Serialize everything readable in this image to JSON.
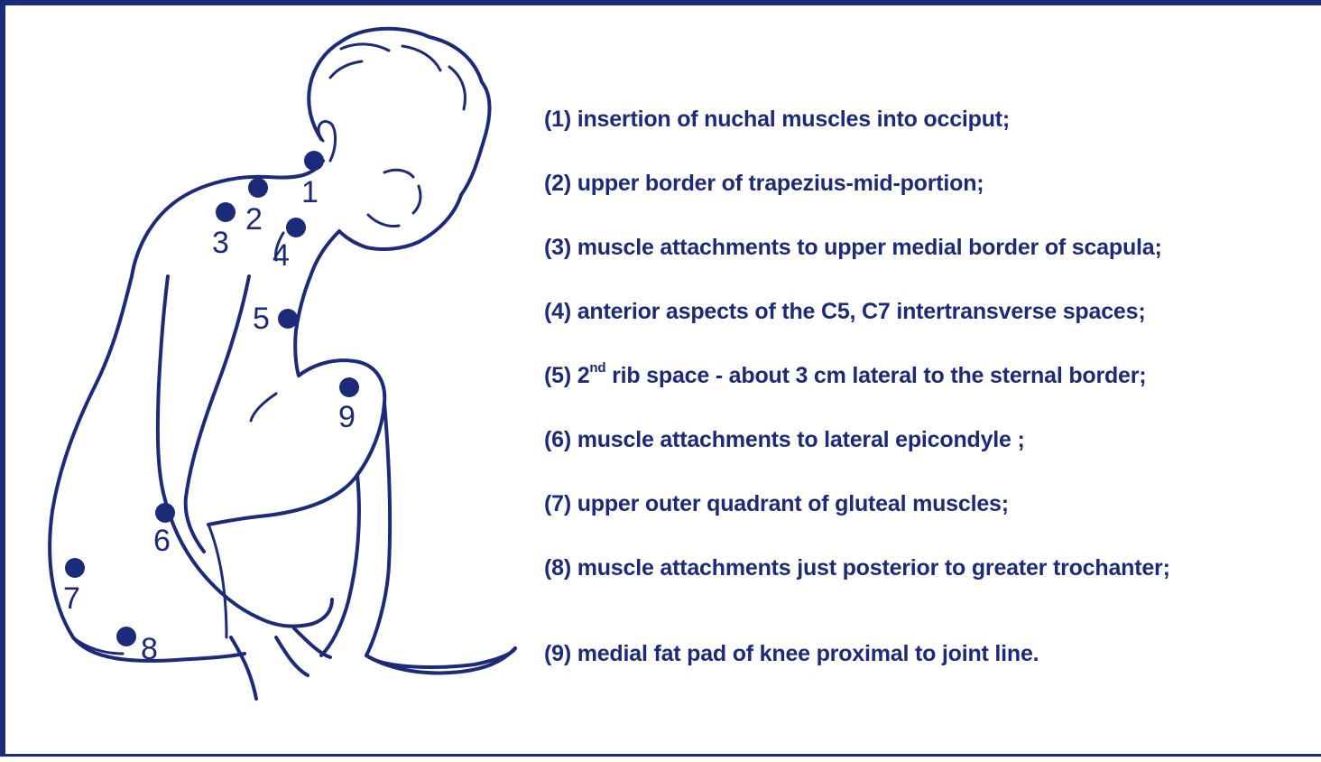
{
  "colors": {
    "ink": "#1c2a7a",
    "background": "#ffffff"
  },
  "points": [
    {
      "id": "1",
      "label": "1"
    },
    {
      "id": "2",
      "label": "2"
    },
    {
      "id": "3",
      "label": "3"
    },
    {
      "id": "4",
      "label": "4"
    },
    {
      "id": "5",
      "label": "5"
    },
    {
      "id": "6",
      "label": "6"
    },
    {
      "id": "7",
      "label": "7"
    },
    {
      "id": "8",
      "label": "8"
    },
    {
      "id": "9",
      "label": "9"
    }
  ],
  "legend": [
    {
      "prefix": "(1) insertion of nuchal muscles into occiput;"
    },
    {
      "prefix": "(2) upper border of trapezius-mid-portion;"
    },
    {
      "prefix": "(3) muscle attachments to upper medial border of scapula;"
    },
    {
      "prefix": "(4) anterior aspects of the C5, C7 intertransverse spaces;"
    },
    {
      "prefix": "(5) 2",
      "sup": "nd",
      "suffix": " rib space - about 3 cm lateral to the sternal border;"
    },
    {
      "prefix": "(6) muscle attachments to lateral epicondyle ;"
    },
    {
      "prefix": "(7) upper outer quadrant of gluteal muscles;"
    },
    {
      "prefix": "(8) muscle attachments just posterior to greater trochanter;"
    },
    {
      "prefix": "(9) medial fat pad of knee proximal to joint line."
    }
  ]
}
